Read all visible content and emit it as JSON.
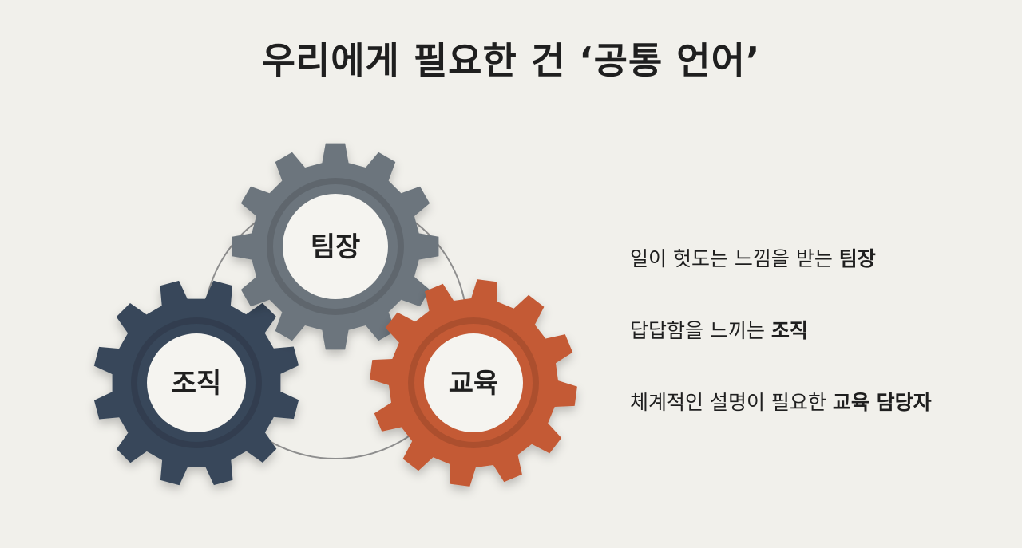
{
  "slide": {
    "title": "우리에게 필요한 건 ‘공통 언어’"
  },
  "gears": {
    "team_lead": {
      "label": "팀장",
      "color": "#6c757d"
    },
    "organization": {
      "label": "조직",
      "color": "#37475a"
    },
    "education": {
      "label": "교육",
      "color": "#c45a35"
    }
  },
  "descriptions": [
    {
      "text": "일이 헛도는 느낌을 받는",
      "emphasis": "팀장"
    },
    {
      "text": "답답함을 느끼는",
      "emphasis": "조직"
    },
    {
      "text": "체계적인 설명이 필요한",
      "emphasis": "교육 담당자"
    }
  ]
}
